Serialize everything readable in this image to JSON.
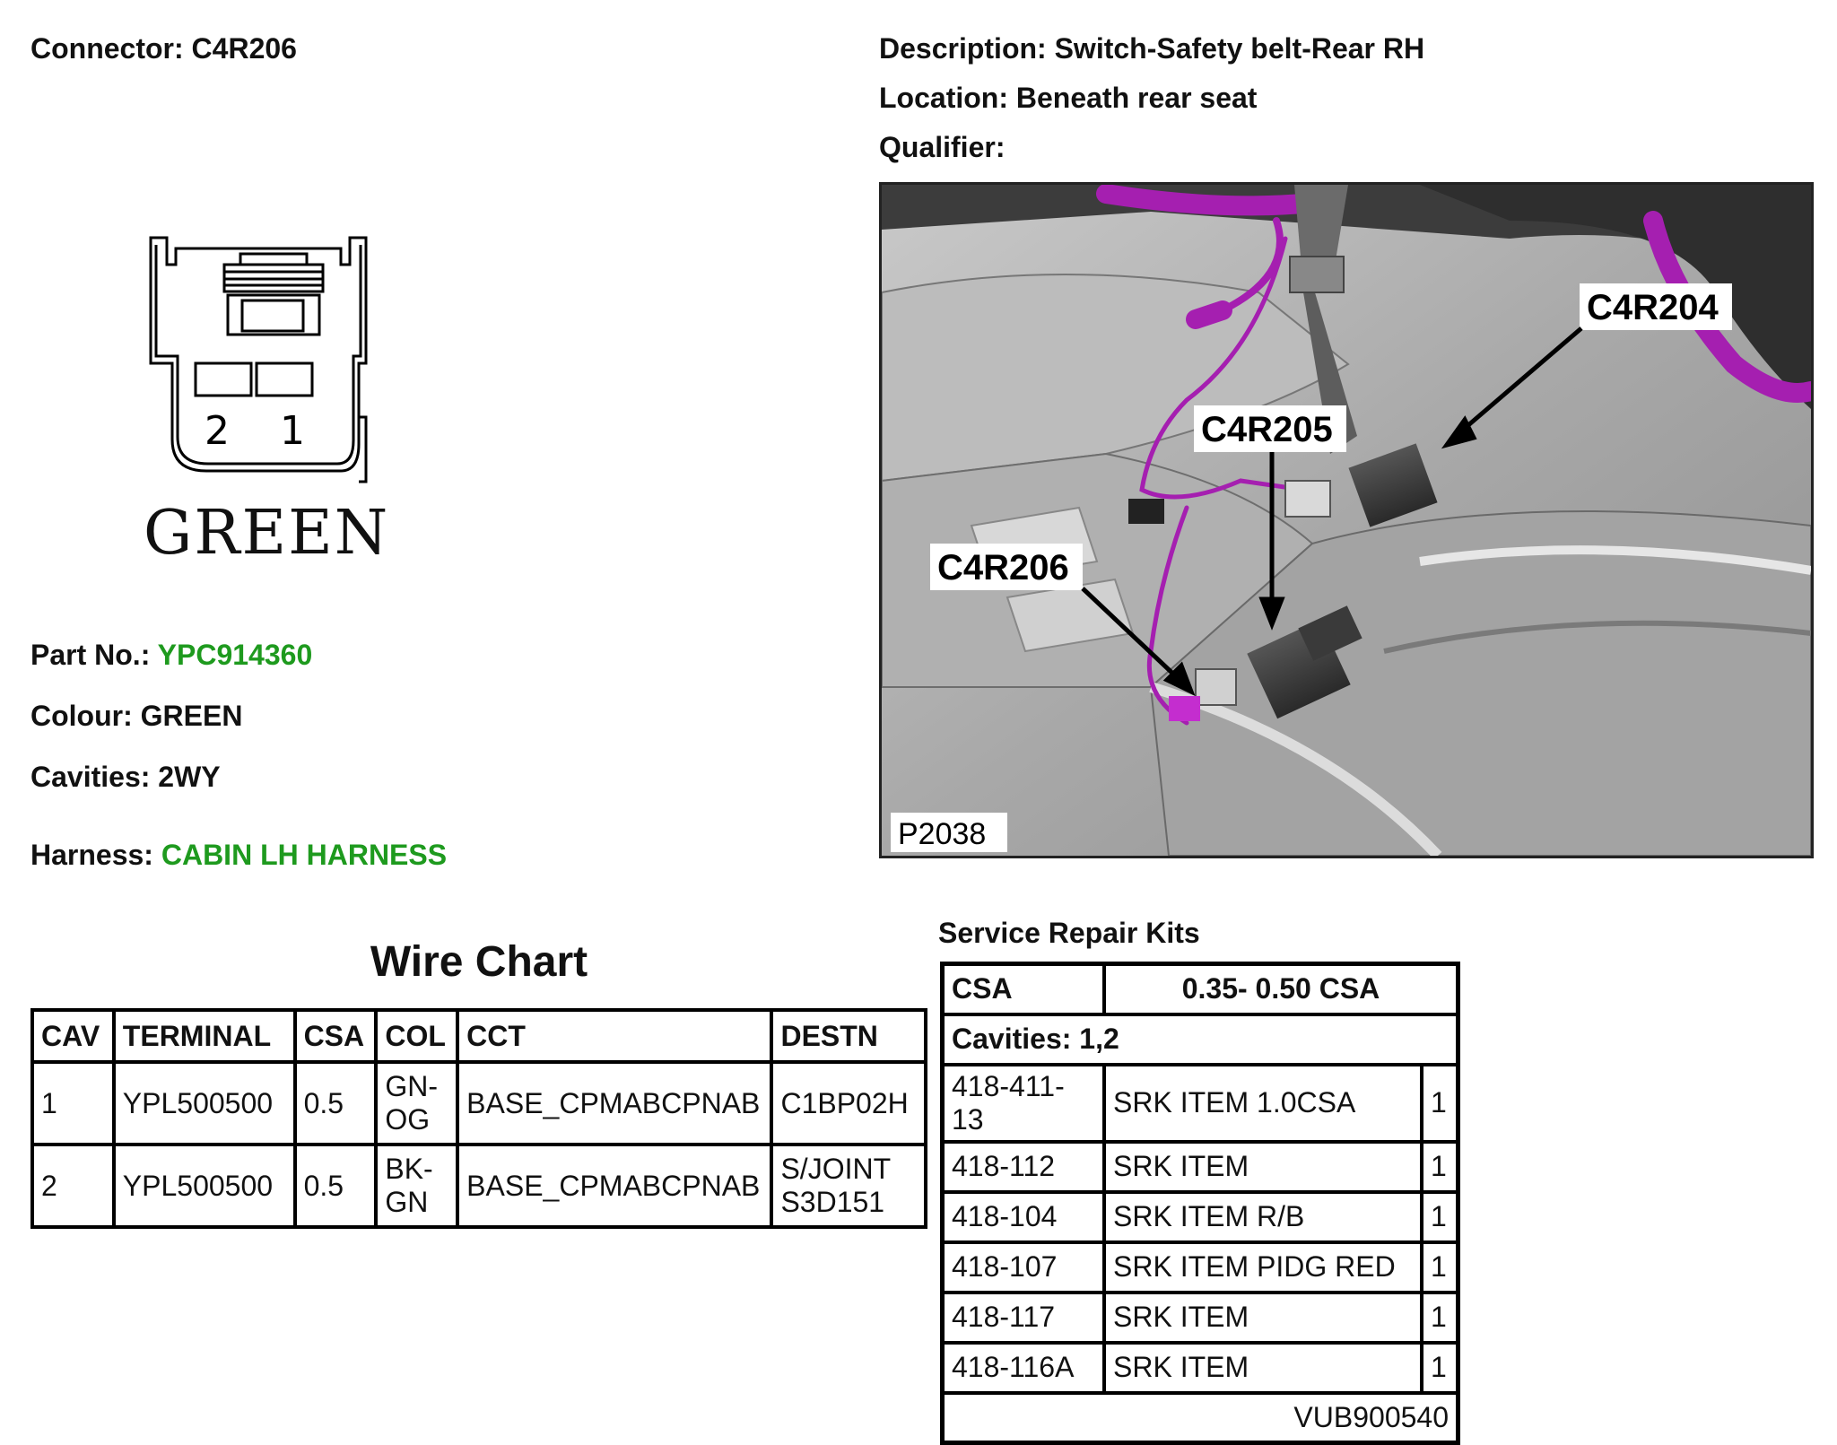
{
  "connector": {
    "label": "Connector: ",
    "id": "C4R206",
    "pins": [
      "2",
      "1"
    ],
    "colour_caption": "GREEN"
  },
  "description": {
    "desc_label": "Description: ",
    "desc_value": "Switch-Safety belt-Rear RH",
    "loc_label": "Location: ",
    "loc_value": "Beneath rear seat",
    "qual_label": "Qualifier:"
  },
  "part": {
    "part_label": "Part No.: ",
    "part_value": "YPC914360",
    "colour_label": "Colour: ",
    "colour_value": "GREEN",
    "cavities_label": "Cavities: ",
    "cavities_value": "2WY",
    "harness_label": "Harness: ",
    "harness_value": "CABIN LH HARNESS"
  },
  "photo": {
    "callouts": [
      "C4R204",
      "C4R205",
      "C4R206"
    ],
    "ref": "P2038"
  },
  "wire_chart": {
    "title": "Wire Chart",
    "headers": [
      "CAV",
      "TERMINAL",
      "CSA",
      "COL",
      "CCT",
      "DESTN"
    ],
    "rows": [
      {
        "cav": "1",
        "terminal": "YPL500500",
        "csa": "0.5",
        "col1": "GN-",
        "col2": "OG",
        "cct": "BASE_CPMABCPNAB",
        "dest1": "C1BP02H",
        "dest2": ""
      },
      {
        "cav": "2",
        "terminal": "YPL500500",
        "csa": "0.5",
        "col1": "BK-",
        "col2": "GN",
        "cct": "BASE_CPMABCPNAB",
        "dest1": "S/JOINT",
        "dest2": "S3D151"
      }
    ]
  },
  "srk": {
    "title": "Service Repair Kits",
    "csa_label": "CSA",
    "csa_value": "0.35- 0.50 CSA",
    "cavities": "Cavities: 1,2",
    "items": [
      {
        "code": "418-411-13",
        "name": "SRK ITEM 1.0CSA",
        "qty": "1"
      },
      {
        "code": "418-112",
        "name": "SRK ITEM",
        "qty": "1"
      },
      {
        "code": "418-104",
        "name": "SRK ITEM R/B",
        "qty": "1"
      },
      {
        "code": "418-107",
        "name": "SRK ITEM PIDG RED",
        "qty": "1"
      },
      {
        "code": "418-117",
        "name": "SRK ITEM",
        "qty": "1"
      },
      {
        "code": "418-116A",
        "name": "SRK ITEM",
        "qty": "1"
      }
    ],
    "footer": "VUB900540"
  },
  "colors": {
    "green_text": "#1e9a1e",
    "harness_purple": "#a51fb0"
  }
}
